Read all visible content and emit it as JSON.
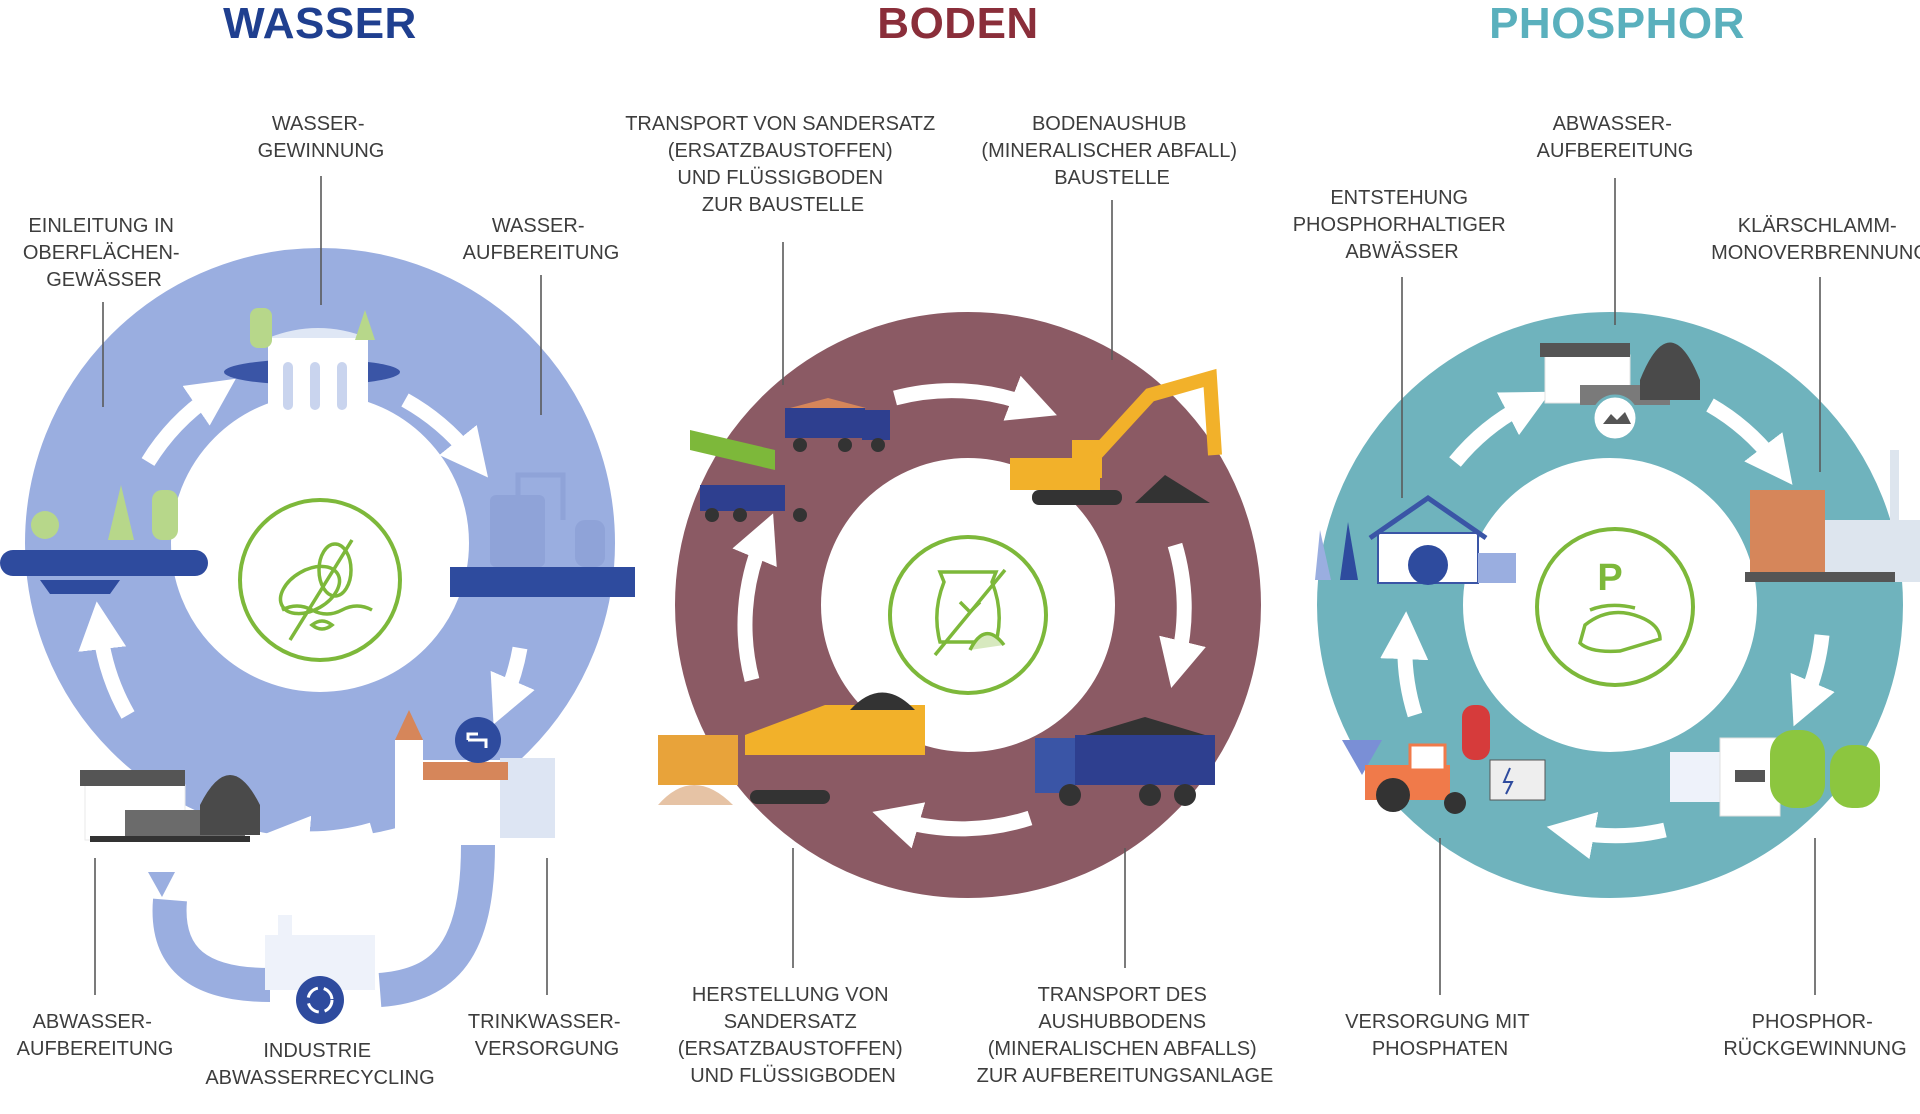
{
  "colors": {
    "wasser_heading": "#1f3f8f",
    "boden_heading": "#8a2e3a",
    "phosphor_heading": "#5ab0bd",
    "wasser_ring": "#9aaee0",
    "boden_ring": "#8b5a64",
    "phosphor_ring": "#6fb3bd",
    "center_icon": "#7db83a",
    "label_text": "#3d3d3d"
  },
  "sections": {
    "wasser": {
      "title": "WASSER",
      "center_icon": "fish-water-crossed-icon",
      "labels": {
        "gewinnung": [
          "WASSER-",
          "GEWINNUNG"
        ],
        "einleitung": [
          "EINLEITUNG IN",
          "OBERFLÄCHEN-",
          "GEWÄSSER"
        ],
        "aufbereitung": [
          "WASSER-",
          "AUFBEREITUNG"
        ],
        "abwasser": [
          "ABWASSER-",
          "AUFBEREITUNG"
        ],
        "industrie": [
          "INDUSTRIE",
          "ABWASSERRECYCLING"
        ],
        "trinkwasser": [
          "TRINKWASSER-",
          "VERSORGUNG"
        ]
      }
    },
    "boden": {
      "title": "BODEN",
      "center_icon": "sandbag-crossed-icon",
      "labels": {
        "transport_sandersatz": [
          "TRANSPORT VON SANDERSATZ",
          "(ERSATZBAUSTOFFEN)",
          "UND FLÜSSIGBODEN",
          "ZUR BAUSTELLE"
        ],
        "bodenaushub": [
          "BODENAUSHUB",
          "(MINERALISCHER ABFALL)",
          "BAUSTELLE"
        ],
        "herstellung": [
          "HERSTELLUNG VON",
          "SANDERSATZ",
          "(ERSATZBAUSTOFFEN)",
          "UND FLÜSSIGBODEN"
        ],
        "transport_aushub": [
          "TRANSPORT DES",
          "AUSHUBBODENS",
          "(MINERALISCHEN ABFALLS)",
          "ZUR AUFBEREITUNGSANLAGE"
        ]
      }
    },
    "phosphor": {
      "title": "PHOSPHOR",
      "center_icon": "hand-phosphor-icon",
      "center_letter": "P",
      "labels": {
        "abwasser": [
          "ABWASSER-",
          "AUFBEREITUNG"
        ],
        "entstehung": [
          "ENTSTEHUNG",
          "PHOSPHORHALTIGER",
          "ABWÄSSER"
        ],
        "klaerschlamm": [
          "KLÄRSCHLAMM-",
          "MONOVERBRENNUNG"
        ],
        "versorgung": [
          "VERSORGUNG MIT",
          "PHOSPHATEN"
        ],
        "rueckgewinnung": [
          "PHOSPHOR-",
          "RÜCKGEWINNUNG"
        ]
      }
    }
  }
}
